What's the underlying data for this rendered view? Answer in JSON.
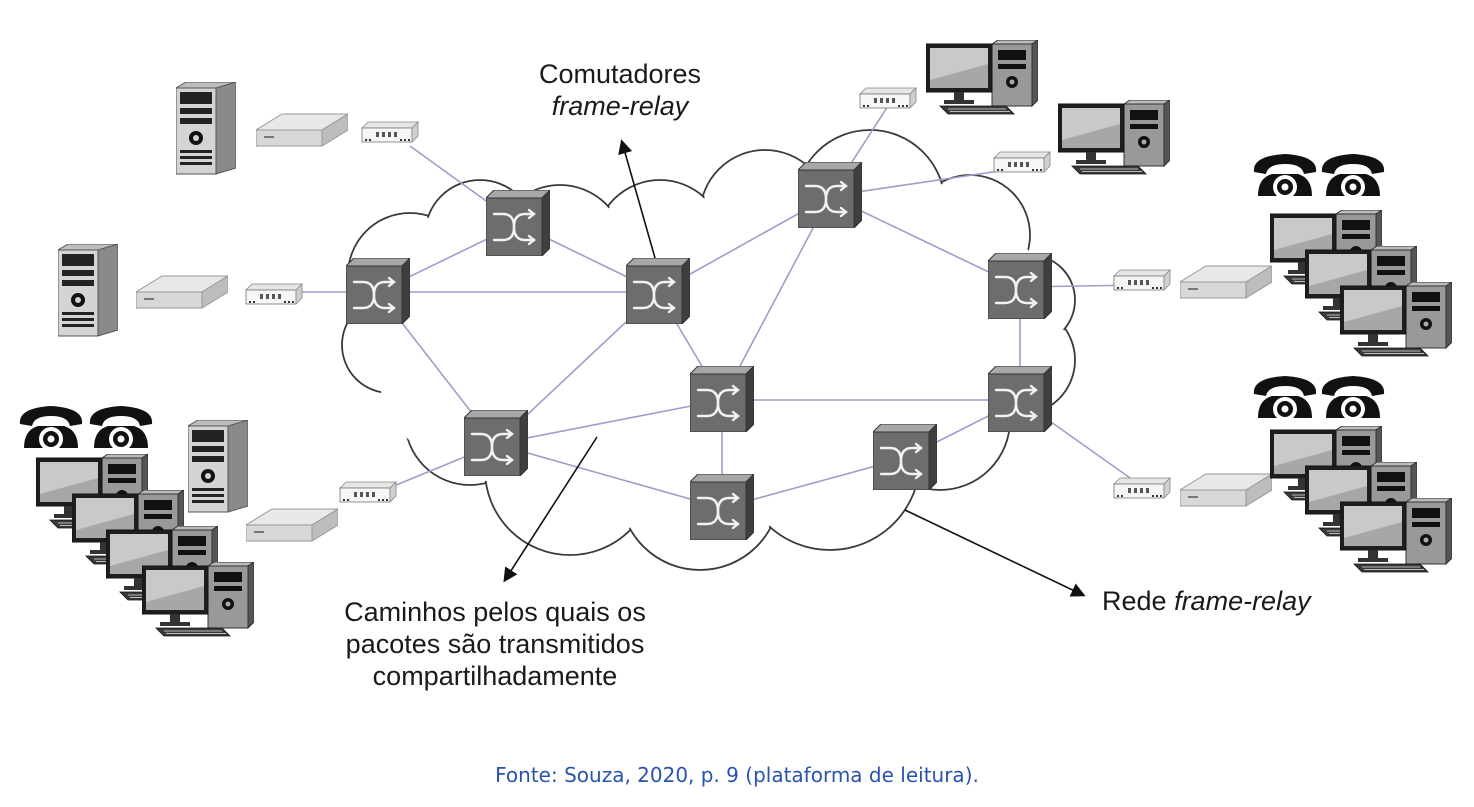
{
  "labels": {
    "switches_line1": "Comutadores",
    "switches_line2": "frame-relay",
    "paths_line1": "Caminhos pelos quais os",
    "paths_line2": "pacotes são transmitidos",
    "paths_line3": "compartilhadamente",
    "network_prefix": "Rede",
    "network_italic": "frame-relay"
  },
  "caption": "Fonte: Souza, 2020,  p. 9 (plataforma de leitura).",
  "colors": {
    "link": "#a09cc8",
    "switch_face": "#6d6d6d",
    "cloud_stroke": "#3a3a3a",
    "caption": "#2a53b0"
  },
  "icons": [
    "frame-relay-switch-icon",
    "modem-icon",
    "server-tower-icon",
    "desktop-computer-icon",
    "telephone-icon"
  ]
}
